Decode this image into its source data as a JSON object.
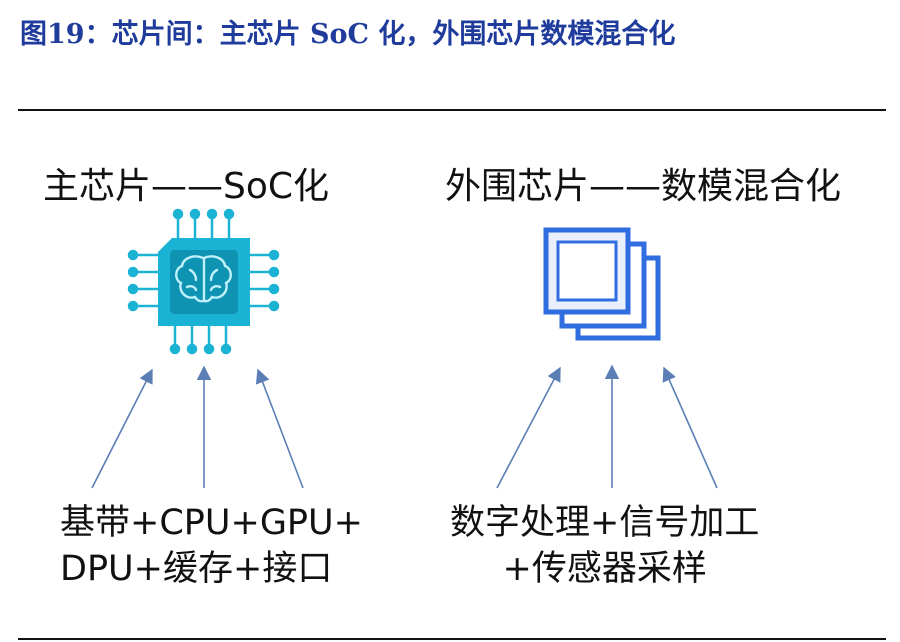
{
  "figure": {
    "title": "图19：芯片间：主芯片 SoC 化，外围芯片数模混合化"
  },
  "left_panel": {
    "heading": "主芯片——SoC化",
    "icon": "brain-chip-icon",
    "caption_line1": "基带+CPU+GPU+",
    "caption_line2": "DPU+缓存+接口"
  },
  "right_panel": {
    "heading": "外围芯片——数模混合化",
    "icon": "stacked-layers-icon",
    "caption_line1": "数字处理+信号加工",
    "caption_line2": "+传感器采样"
  },
  "colors": {
    "title": "#1f3c9c",
    "chip": "#1ab3d3",
    "chip_dark": "#0e93b3",
    "layers": "#2f6de0",
    "arrow": "#5b7fb5"
  }
}
